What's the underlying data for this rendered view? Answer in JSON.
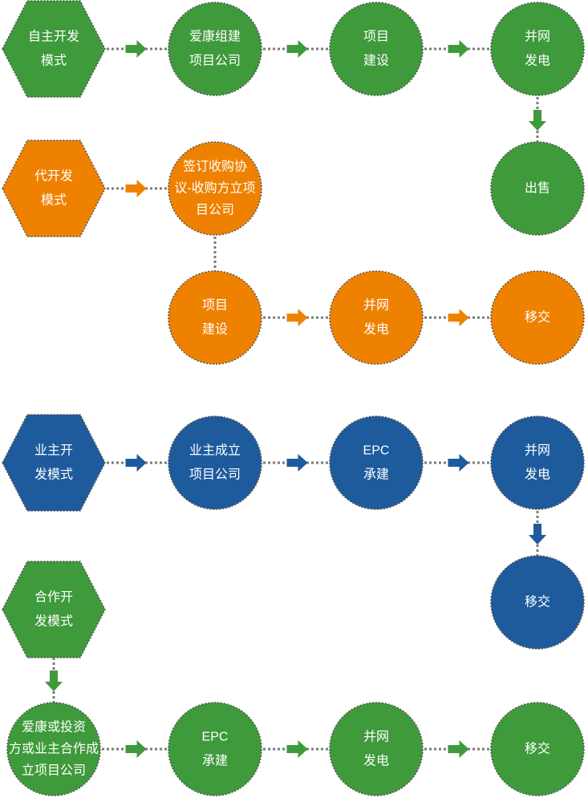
{
  "colors": {
    "green": "#3e9a3b",
    "orange": "#ef8100",
    "blue": "#1d5b9c",
    "connector": "#7a7a7a",
    "node_border": "#555555",
    "label": "#ffffff"
  },
  "rows": [
    {
      "color": "green",
      "nodes": [
        {
          "shape": "hexagon",
          "lines": [
            "自主开发",
            "模式"
          ]
        },
        {
          "shape": "circle",
          "lines": [
            "爱康组建",
            "项目公司"
          ]
        },
        {
          "shape": "circle",
          "lines": [
            "项目",
            "建设"
          ]
        },
        {
          "shape": "circle",
          "lines": [
            "并网",
            "发电"
          ]
        },
        {
          "shape": "circle",
          "lines": [
            "出售"
          ]
        }
      ]
    },
    {
      "color": "orange",
      "nodes": [
        {
          "shape": "hexagon",
          "lines": [
            "代开发",
            "模式"
          ]
        },
        {
          "shape": "circle",
          "lines": [
            "签订收购协",
            "议-收购方立项",
            "目公司"
          ]
        },
        {
          "shape": "circle",
          "lines": [
            "项目",
            "建设"
          ]
        },
        {
          "shape": "circle",
          "lines": [
            "并网",
            "发电"
          ]
        },
        {
          "shape": "circle",
          "lines": [
            "移交"
          ]
        }
      ]
    },
    {
      "color": "blue",
      "nodes": [
        {
          "shape": "hexagon",
          "lines": [
            "业主开",
            "发模式"
          ]
        },
        {
          "shape": "circle",
          "lines": [
            "业主成立",
            "项目公司"
          ]
        },
        {
          "shape": "circle",
          "lines": [
            "EPC",
            "承建"
          ]
        },
        {
          "shape": "circle",
          "lines": [
            "并网",
            "发电"
          ]
        },
        {
          "shape": "circle",
          "lines": [
            "移交"
          ]
        }
      ]
    },
    {
      "color": "green",
      "nodes": [
        {
          "shape": "hexagon",
          "lines": [
            "合作开",
            "发模式"
          ]
        },
        {
          "shape": "circle",
          "lines": [
            "爱康或投资",
            "方或业主合作成",
            "立项目公司"
          ]
        },
        {
          "shape": "circle",
          "lines": [
            "EPC",
            "承建"
          ]
        },
        {
          "shape": "circle",
          "lines": [
            "并网",
            "发电"
          ]
        },
        {
          "shape": "circle",
          "lines": [
            "移交"
          ]
        }
      ]
    }
  ]
}
